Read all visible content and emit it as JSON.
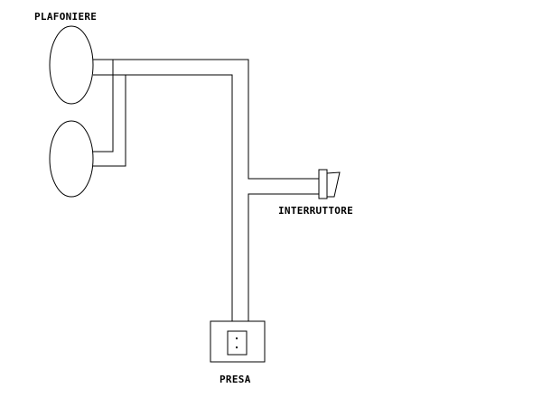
{
  "labels": {
    "ceiling_lights": "PLAFONIERE",
    "switch": "INTERRUTTORE",
    "socket": "PRESA"
  },
  "colors": {
    "background": "#ffffff",
    "line": "#000000"
  }
}
